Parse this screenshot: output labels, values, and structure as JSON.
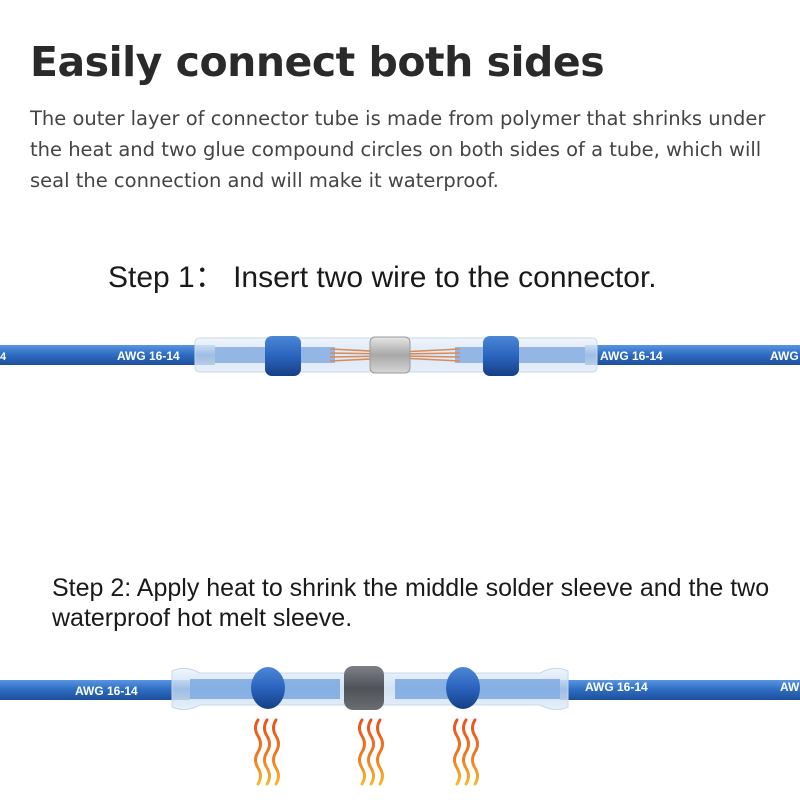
{
  "header": {
    "title": "Easily connect both sides",
    "description": "The outer layer of connector tube is made from polymer that shrinks under the heat and two glue compound circles on both sides of a tube, which will seal the connection and will make it waterproof."
  },
  "step1": {
    "text": "Step 1： Insert two wire to the connector.",
    "wire_labels": [
      "4",
      "AWG 16-14",
      "AWG 16-14",
      "AWG"
    ]
  },
  "step2": {
    "text": "Step 2: Apply heat to shrink the middle solder sleeve and the two waterproof hot melt sleeve.",
    "wire_labels": [
      "AWG 16-14",
      "AWG 16-14",
      "AW"
    ],
    "heat_icons": [
      "heat-wave-icon",
      "heat-wave-icon",
      "heat-wave-icon"
    ]
  },
  "colors": {
    "wire_blue": "#2f6fc4",
    "glue_ring_blue": "#2b64be",
    "solder_silver": "#b8b8b8",
    "shrunk_solder_dark": "#5a5e63",
    "copper": "#d98a5a",
    "heat_orange": "#e8541e",
    "heat_yellow": "#f5b82e"
  }
}
